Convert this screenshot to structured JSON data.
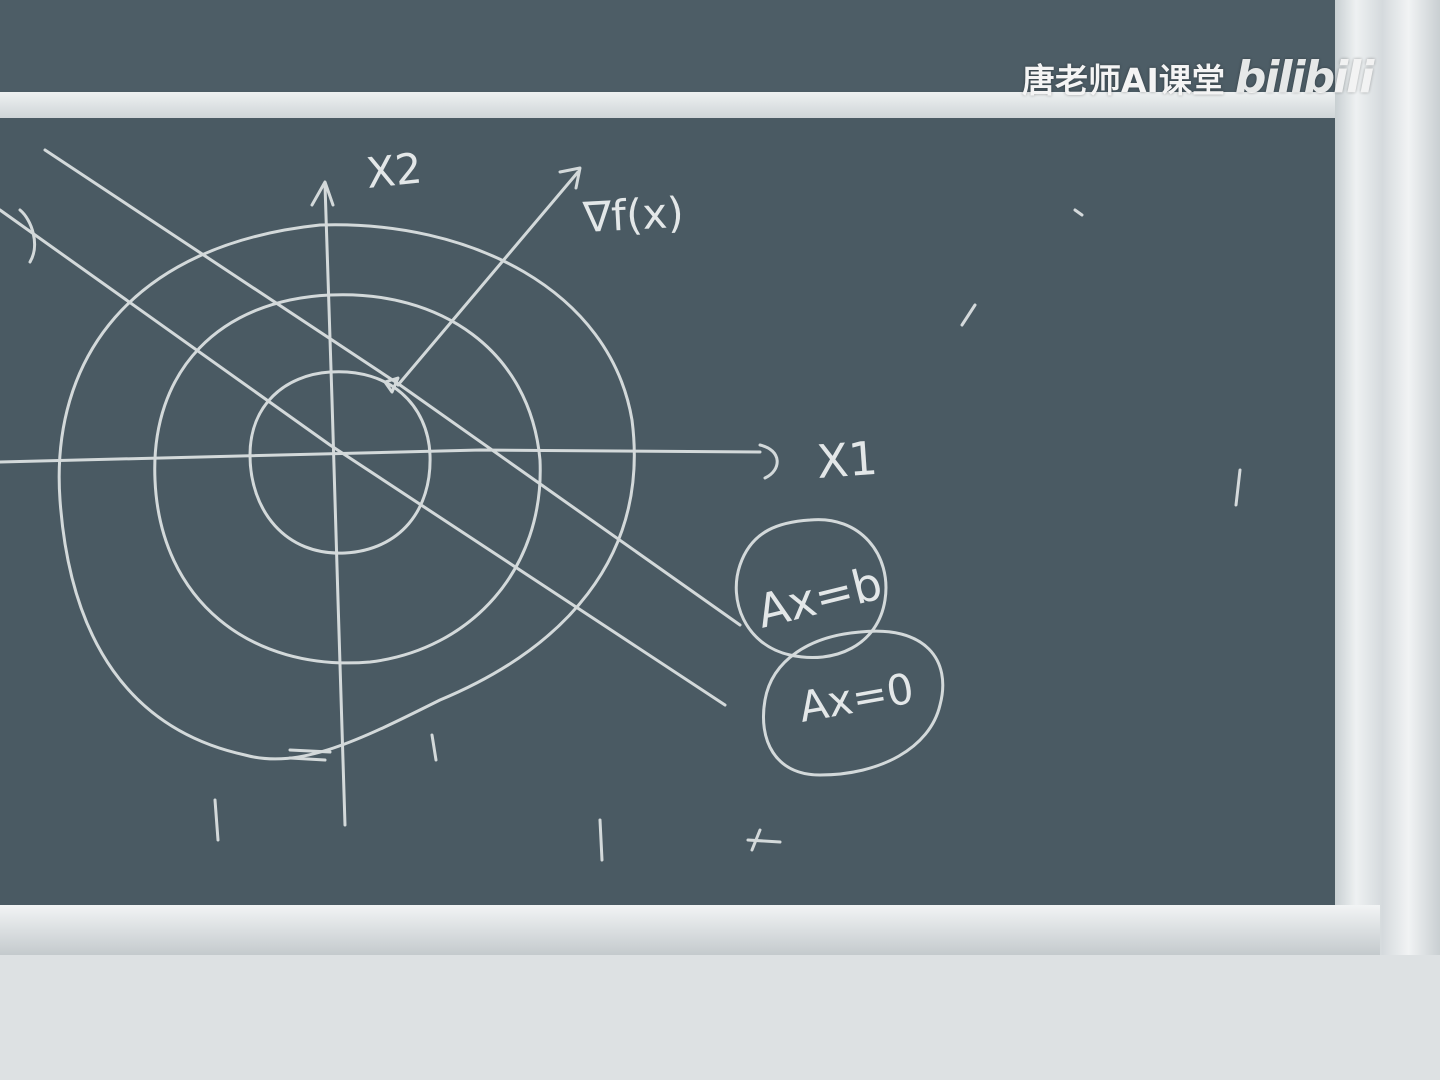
{
  "watermark": {
    "channel_name": "唐老师AI课堂",
    "logo_text": "bilibili"
  },
  "chalkboard": {
    "axis_x1_label": "X1",
    "axis_x2_label": "X2",
    "gradient_label": "∇f(x)",
    "constraint_equation": "Ax=b",
    "null_space_equation": "Ax=0"
  }
}
